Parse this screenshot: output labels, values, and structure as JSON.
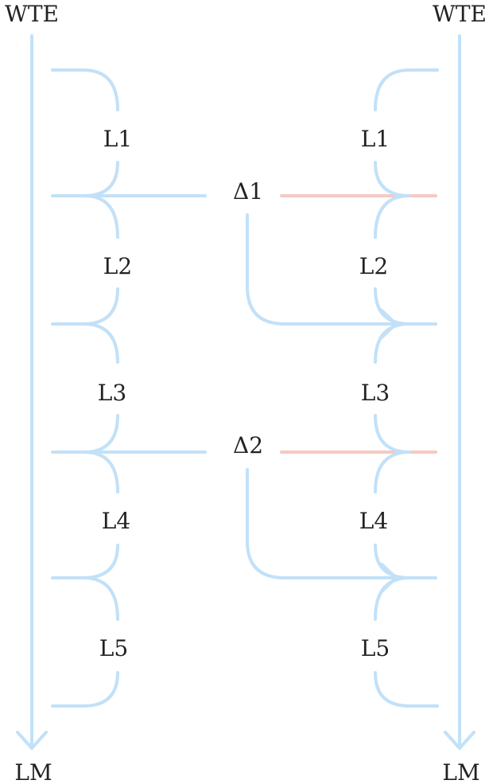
{
  "left_stack": {
    "top_label": "WTE",
    "bottom_label": "LM",
    "layers": [
      "L1",
      "L2",
      "L3",
      "L4",
      "L5"
    ]
  },
  "right_stack": {
    "top_label": "WTE",
    "bottom_label": "LM",
    "layers": [
      "L1",
      "L2",
      "L3",
      "L4",
      "L5"
    ]
  },
  "deltas": [
    "Δ1",
    "Δ2"
  ],
  "colors": {
    "flow": "#c2e1f8",
    "delta_feed": "#f6c8c3",
    "text": "#222222"
  }
}
